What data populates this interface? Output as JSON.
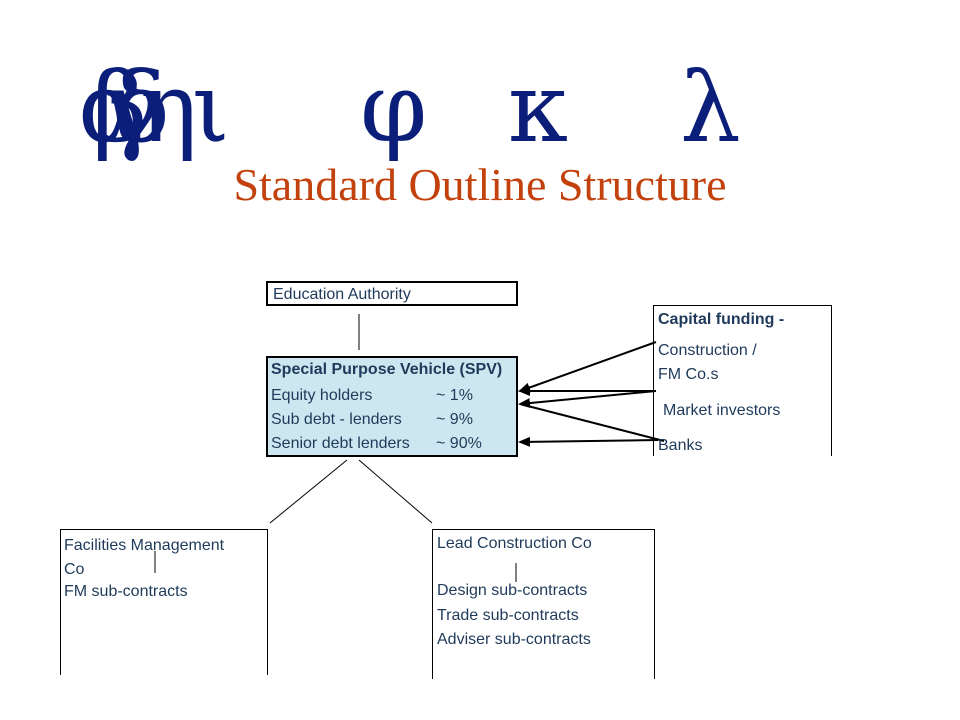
{
  "header": {
    "glyphs": [
      "α",
      "β",
      "γ",
      "δ",
      "η",
      "ι",
      "φ",
      "κ",
      "λ"
    ],
    "title": "Standard Outline Structure"
  },
  "diagram": {
    "authority": {
      "label": "Education Authority"
    },
    "spv": {
      "heading": "Special Purpose Vehicle (SPV)",
      "rows": [
        {
          "label": "Equity holders",
          "share": "~  1%"
        },
        {
          "label": "Sub debt - lenders",
          "share": "~  9%"
        },
        {
          "label": "Senior debt lenders",
          "share": "~ 90%"
        }
      ]
    },
    "capital": {
      "heading": "Capital funding -",
      "line1": "Construction /",
      "line2": " FM Co.s",
      "line3": "Market investors",
      "line4": "Banks"
    },
    "fm_co": {
      "line1": "Facilities Management",
      "line2": "Co",
      "line3": "FM sub-contracts"
    },
    "lead_co": {
      "line1": "Lead Construction Co",
      "line2": "Design sub-contracts",
      "line3": "Trade sub-contracts",
      "line4": "Adviser sub-contracts"
    }
  }
}
